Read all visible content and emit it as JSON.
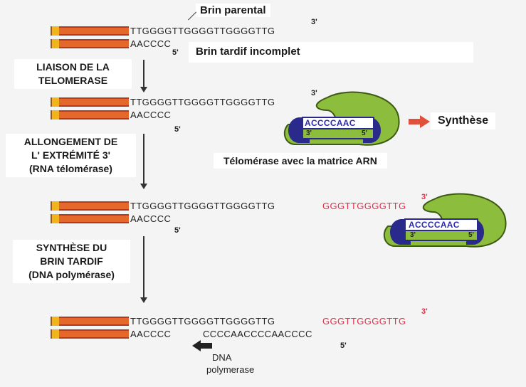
{
  "labels": {
    "brin_parental": "Brin parental",
    "brin_tardif": "Brin tardif incomplet",
    "synthese": "Synthèse",
    "telomerase_matrice": "Télomérase avec la matrice ARN",
    "dna_polymerase_1": "DNA",
    "dna_polymerase_2": "polymerase"
  },
  "steps": {
    "liaison_1": "LIAISON DE LA",
    "liaison_2": "TELOMERASE",
    "allongement_1": "ALLONGEMENT DE",
    "allongement_2": "L' EXTRÉMITÉ 3'",
    "allongement_3": "(RNA télomérase)",
    "synthese_1": "SYNTHÈSE DU",
    "synthese_2": "BRIN TARDIF",
    "synthese_3": "(DNA polymérase)"
  },
  "sequences": {
    "parental": "TTGGGGTTGGGGTTGGGGTTG",
    "tardif": "AACCCC",
    "extension": "GGGTTGGGGTTG",
    "template": "ACCCCAAC",
    "new_lagging": "CCCCAACCCCAACCCC"
  },
  "ends": {
    "three": "3'",
    "five": "5'"
  },
  "colors": {
    "strand_bar": "#e4682a",
    "strand_cap": "#f2b41c",
    "enzyme": "#8cbd3c",
    "template_box": "#2a2a8c",
    "extension_text": "#e0304a",
    "arrow": "#e0503a"
  }
}
